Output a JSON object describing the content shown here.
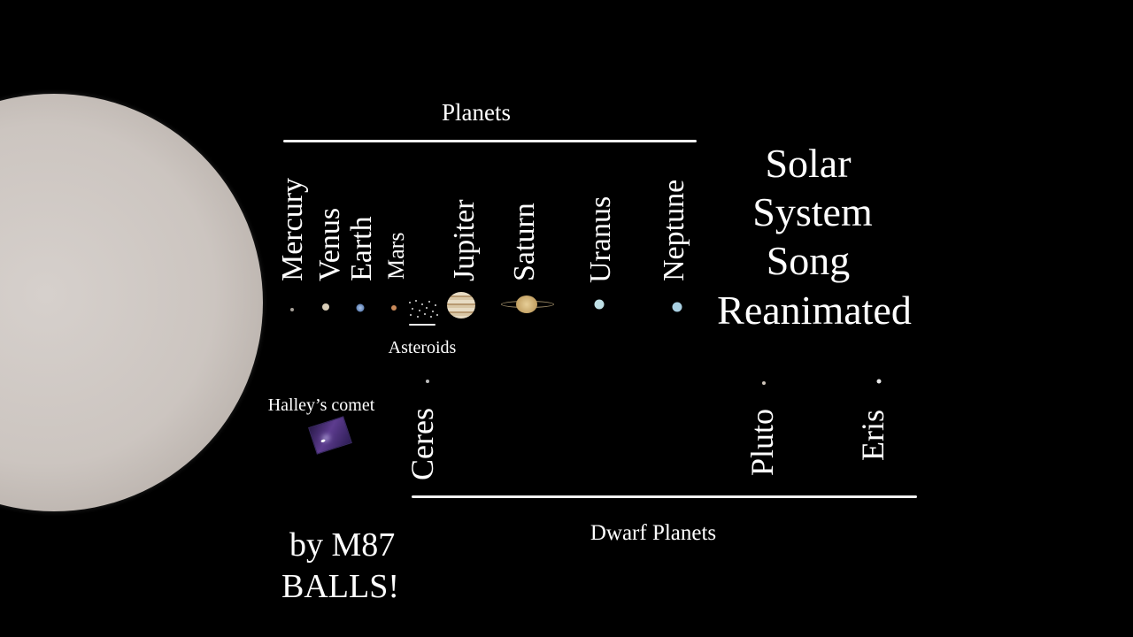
{
  "diagram": {
    "title_lines": [
      "Solar",
      "System",
      "Song",
      "Reanimated"
    ],
    "groups": {
      "planets_label": "Planets",
      "dwarf_planets_label": "Dwarf Planets"
    },
    "planets": [
      {
        "name": "Mercury",
        "color": "#a8a29a"
      },
      {
        "name": "Venus",
        "color": "#d8cdb8"
      },
      {
        "name": "Earth",
        "color": "#6f8fbf"
      },
      {
        "name": "Mars",
        "color": "#c98a5a"
      },
      {
        "name": "Jupiter",
        "color": "#d6c3a0"
      },
      {
        "name": "Saturn",
        "color": "#d8b97c"
      },
      {
        "name": "Uranus",
        "color": "#bfe0e6"
      },
      {
        "name": "Neptune",
        "color": "#a9d0e2"
      }
    ],
    "dwarf_planets": [
      {
        "name": "Ceres",
        "color": "#bdbdbd"
      },
      {
        "name": "Pluto",
        "color": "#d0c6bc"
      },
      {
        "name": "Eris",
        "color": "#e6e6e6"
      }
    ],
    "asteroids_label": "Asteroids",
    "comet_label": "Halley’s comet",
    "credit_lines": [
      "by M87",
      "BALLS!"
    ],
    "colors": {
      "background": "#000000",
      "sun": "#ccc5c0",
      "text": "#ffffff"
    }
  }
}
